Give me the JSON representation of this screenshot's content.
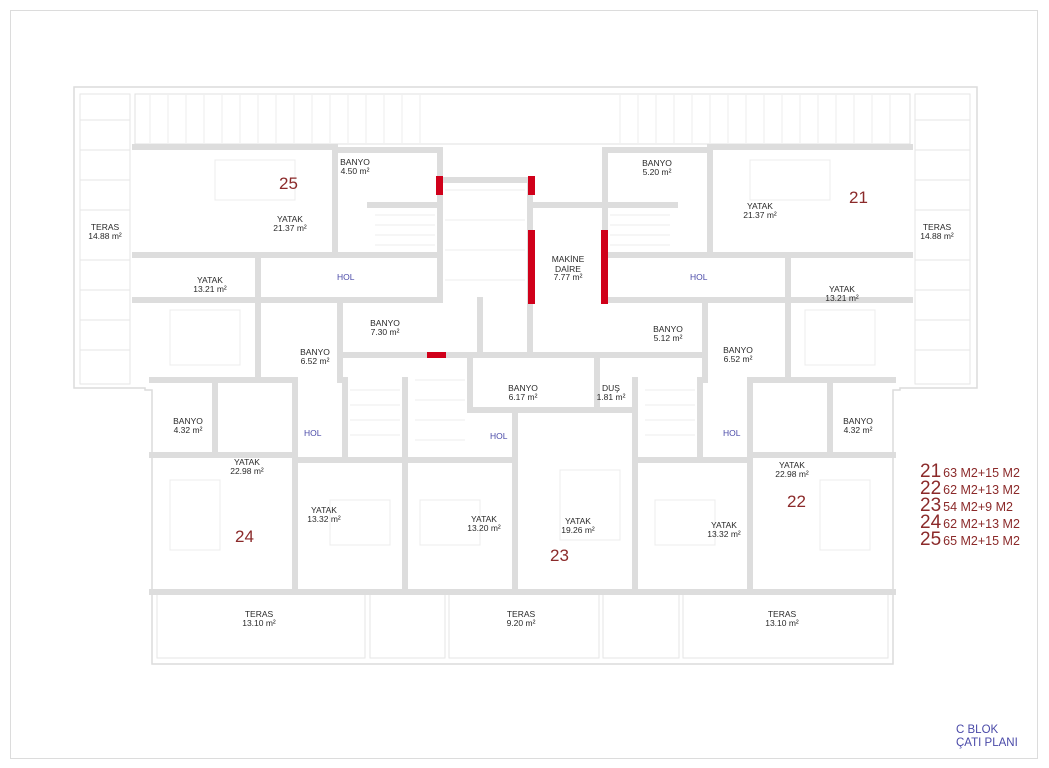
{
  "rooms": [
    {
      "id": "banyo-25",
      "name": "BANYO",
      "area": "4.50 m²"
    },
    {
      "id": "yatak-25",
      "name": "YATAK",
      "area": "21.37 m²"
    },
    {
      "id": "teras-25",
      "name": "TERAS",
      "area": "14.88 m²"
    },
    {
      "id": "yatak-25b",
      "name": "YATAK",
      "area": "13.21 m²"
    },
    {
      "id": "banyo-mid-left",
      "name": "BANYO",
      "area": "7.30 m²"
    },
    {
      "id": "banyo-25b",
      "name": "BANYO",
      "area": "6.52 m²"
    },
    {
      "id": "makine",
      "name": "MAKİNE\nDAİRE",
      "area": "7.77 m²"
    },
    {
      "id": "banyo-21",
      "name": "BANYO",
      "area": "5.20 m²"
    },
    {
      "id": "yatak-21",
      "name": "YATAK",
      "area": "21.37 m²"
    },
    {
      "id": "teras-21",
      "name": "TERAS",
      "area": "14.88 m²"
    },
    {
      "id": "yatak-21b",
      "name": "YATAK",
      "area": "13.21 m²"
    },
    {
      "id": "banyo-mid-right",
      "name": "BANYO",
      "area": "5.12 m²"
    },
    {
      "id": "banyo-21b",
      "name": "BANYO",
      "area": "6.52 m²"
    },
    {
      "id": "banyo-24",
      "name": "BANYO",
      "area": "4.32 m²"
    },
    {
      "id": "yatak-24",
      "name": "YATAK",
      "area": "22.98 m²"
    },
    {
      "id": "yatak-24b",
      "name": "YATAK",
      "area": "13.32 m²"
    },
    {
      "id": "yatak-23b",
      "name": "YATAK",
      "area": "13.20 m²"
    },
    {
      "id": "banyo-23",
      "name": "BANYO",
      "area": "6.17 m²"
    },
    {
      "id": "dus-23",
      "name": "DUŞ",
      "area": "1.81 m²"
    },
    {
      "id": "yatak-23",
      "name": "YATAK",
      "area": "19.26 m²"
    },
    {
      "id": "yatak-22b",
      "name": "YATAK",
      "area": "13.32 m²"
    },
    {
      "id": "yatak-22",
      "name": "YATAK",
      "area": "22.98 m²"
    },
    {
      "id": "banyo-22",
      "name": "BANYO",
      "area": "4.32 m²"
    },
    {
      "id": "teras-24",
      "name": "TERAS",
      "area": "13.10 m²"
    },
    {
      "id": "teras-23",
      "name": "TERAS",
      "area": "9.20 m²"
    },
    {
      "id": "teras-22",
      "name": "TERAS",
      "area": "13.10 m²"
    }
  ],
  "hol_label": "HOL",
  "units": [
    "25",
    "21",
    "24",
    "23",
    "22"
  ],
  "legend": [
    {
      "num": "21",
      "text": "63 M2+15 M2"
    },
    {
      "num": "22",
      "text": "62 M2+13 M2"
    },
    {
      "num": "23",
      "text": "54 M2+9 M2"
    },
    {
      "num": "24",
      "text": "62 M2+13 M2"
    },
    {
      "num": "25",
      "text": "65 M2+15 M2"
    }
  ],
  "block": {
    "line1": "C BLOK",
    "line2": "ÇATI PLANI"
  },
  "colors": {
    "wall": "#e3e3e3",
    "outline": "#d6d6d6",
    "accent": "#d0001a",
    "unit": "#8b2a2a",
    "hol": "#4a4aa8",
    "frame": "#dcdcdc"
  }
}
